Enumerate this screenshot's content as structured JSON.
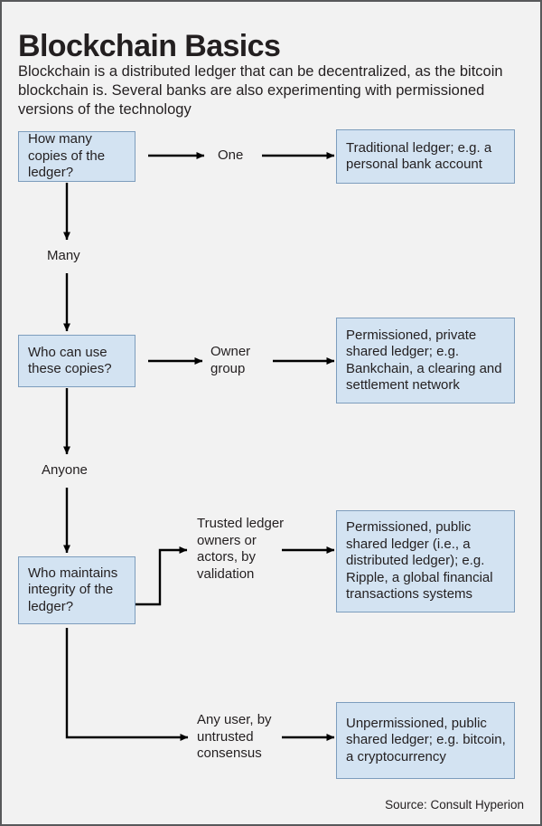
{
  "header": {
    "title": "Blockchain Basics",
    "subtitle": "Blockchain is a distributed ledger that can be decentralized, as the bitcoin blockchain is. Several banks are also experimenting with permissioned versions of the technology"
  },
  "colors": {
    "page_background": "#f2f2f2",
    "page_border": "#58595b",
    "node_fill": "#d3e3f2",
    "node_border": "#7d9dbd",
    "text": "#231f20",
    "connector": "#000000"
  },
  "flow": {
    "questions": [
      {
        "id": "q1",
        "text": "How many copies of the ledger?"
      },
      {
        "id": "q2",
        "text": "Who can use these copies?"
      },
      {
        "id": "q3",
        "text": "Who maintains integrity of the ledger?"
      }
    ],
    "edge_labels": [
      {
        "id": "one",
        "text": "One"
      },
      {
        "id": "many",
        "text": "Many"
      },
      {
        "id": "owner",
        "text": "Owner group"
      },
      {
        "id": "anyone",
        "text": "Anyone"
      },
      {
        "id": "trusted",
        "text": "Trusted ledger owners or actors, by validation"
      },
      {
        "id": "anyuser",
        "text": "Any user, by untrusted consensus"
      }
    ],
    "outcomes": [
      {
        "id": "o1",
        "text": "Traditional ledger; e.g. a personal bank account"
      },
      {
        "id": "o2",
        "text": "Permissioned, private shared ledger; e.g. Bankchain, a clearing and settlement network"
      },
      {
        "id": "o3",
        "text": "Permissioned, public shared ledger (i.e., a distributed ledger); e.g. Ripple, a global financial transactions systems"
      },
      {
        "id": "o4",
        "text": "Unpermissioned, public shared ledger; e.g. bitcoin, a cryptocurrency"
      }
    ]
  },
  "footer": {
    "source": "Source: Consult Hyperion"
  }
}
